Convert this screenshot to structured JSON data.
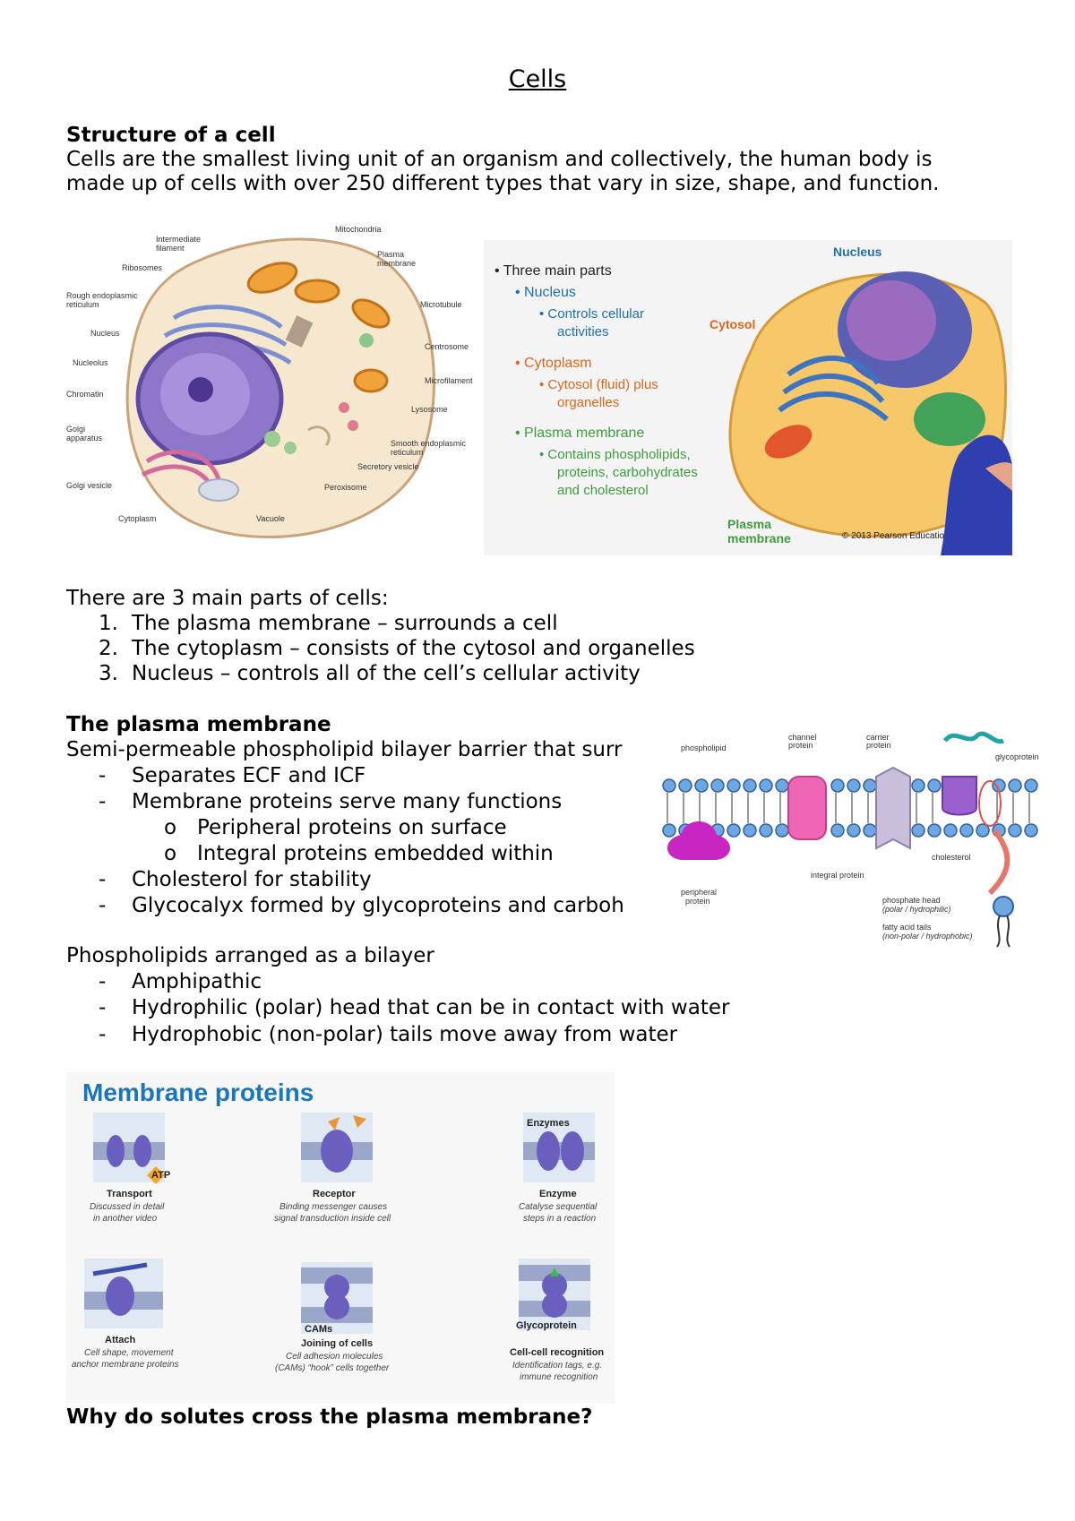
{
  "title": "Cells",
  "structure": {
    "heading": "Structure of a cell",
    "para_line1": "Cells are the smallest living unit of an organism and collectively, the human body is",
    "para_line2": "made up of cells with over 250 different types that vary in size, shape, and function."
  },
  "cell_diagram": {
    "labels": {
      "intermediate_filament_1": "Intermediate",
      "intermediate_filament_2": "filament",
      "ribosomes": "Ribosomes",
      "rough_er_1": "Rough endoplasmic",
      "rough_er_2": "reticulum",
      "nucleus": "Nucleus",
      "nucleolus": "Nucleolus",
      "chromatin": "Chromatin",
      "golgi_1": "Golgi",
      "golgi_2": "apparatus",
      "golgi_vesicle": "Golgi vesicle",
      "cytoplasm": "Cytoplasm",
      "vacuole": "Vacuole",
      "peroxisome": "Peroxisome",
      "secretory_vesicle": "Secretory vesicle",
      "smooth_er_1": "Smooth endoplasmic",
      "smooth_er_2": "reticulum",
      "lysosome": "Lysosome",
      "microfilament": "Microfilament",
      "centrosome": "Centrosome",
      "microtubule": "Microtubule",
      "plasma_membrane_1": "Plasma",
      "plasma_membrane_2": "membrane",
      "mitochondria": "Mitochondria"
    }
  },
  "parts_panel": {
    "intro": "• Three main parts",
    "nucleus": "• Nucleus",
    "nucleus_sub1": "• Controls cellular",
    "nucleus_sub2": "activities",
    "cytoplasm": "• Cytoplasm",
    "cytoplasm_sub1": "• Cytosol (fluid) plus",
    "cytoplasm_sub2": "organelles",
    "membrane": "• Plasma membrane",
    "membrane_sub1": "• Contains phospholipids,",
    "membrane_sub2": "proteins, carbohydrates",
    "membrane_sub3": "and cholesterol",
    "label_nucleus": "Nucleus",
    "label_cytosol": "Cytosol",
    "label_pm1": "Plasma",
    "label_pm2": "membrane",
    "copyright": "© 2013 Pearson Educatio"
  },
  "parts_list": {
    "intro": "There are 3 main parts of cells:",
    "items": [
      "1.",
      "The plasma membrane – surrounds a cell",
      "2.",
      "The cytoplasm – consists of the cytosol and organelles",
      "3.",
      "Nucleus – controls all of the cell’s cellular activity"
    ]
  },
  "plasma_membrane": {
    "heading": "The plasma membrane",
    "intro": "Semi-permeable phospholipid bilayer barrier that surr",
    "bullets": {
      "dash": "-",
      "circle": "o",
      "b1": "Separates ECF and ICF",
      "b2": "Membrane proteins serve many functions",
      "b2a": "Peripheral proteins on surface",
      "b2b": "Integral proteins embedded within",
      "b3": "Cholesterol for stability",
      "b4": "Glycocalyx formed by glycoproteins and carboh"
    }
  },
  "membrane_diagram": {
    "phospholipid": "phospholipid",
    "channel_1": "channel",
    "channel_2": "protein",
    "carrier_1": "carrier",
    "carrier_2": "protein",
    "glycoprotein": "glycoprotein",
    "cholesterol": "cholesterol",
    "integral": "integral protein",
    "peripheral_1": "peripheral",
    "peripheral_2": "protein",
    "head_1": "phosphate head",
    "head_2": "(polar / hydrophilic)",
    "tail_1": "fatty acid tails",
    "tail_2": "(non-polar / hydrophobic)"
  },
  "phospholipids": {
    "intro": "Phospholipids arranged as a bilayer",
    "b1": "Amphipathic",
    "b2": "Hydrophilic (polar) head that can be in contact with water",
    "b3": "Hydrophobic (non-polar) tails move away from water"
  },
  "membrane_proteins": {
    "title": "Membrane proteins",
    "transport": "Transport",
    "transport_d1": "Discussed in detail",
    "transport_d2": "in another video",
    "atp": "ATP",
    "receptor": "Receptor",
    "receptor_d1": "Binding messenger causes",
    "receptor_d2": "signal transduction inside cell",
    "enzymes_tag": "Enzymes",
    "enzyme": "Enzyme",
    "enzyme_d1": "Catalyse sequential",
    "enzyme_d2": "steps in a reaction",
    "attach": "Attach",
    "attach_d1": "Cell shape, movement",
    "attach_d2": "anchor membrane proteins",
    "cams_tag": "CAMs",
    "joining": "Joining of cells",
    "joining_d1": "Cell adhesion molecules",
    "joining_d2": "(CAMs) “hook” cells together",
    "glyco_tag": "Glycoprotein",
    "recognition": "Cell-cell recognition",
    "recognition_d1": "Identification tags, e.g.",
    "recognition_d2": "immune recognition"
  },
  "solutes_heading": "Why do solutes cross the plasma membrane?"
}
